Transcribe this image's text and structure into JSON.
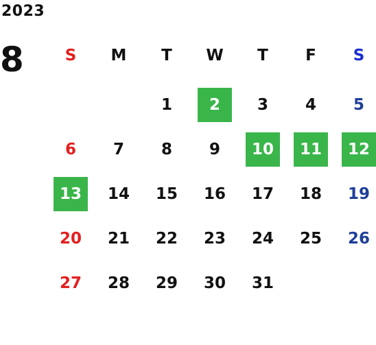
{
  "calendar": {
    "year": "2023",
    "month": "8",
    "weekdays": [
      "S",
      "M",
      "T",
      "W",
      "T",
      "F",
      "S"
    ],
    "highlighted_days": [
      "2",
      "10",
      "11",
      "12",
      "13"
    ],
    "colors": {
      "sunday": "#e41f1f",
      "saturday": "#1f3f99",
      "highlight": "#3ab54a",
      "text": "#111111"
    },
    "weeks": [
      [
        "",
        "",
        "1",
        "2",
        "3",
        "4",
        "5"
      ],
      [
        "6",
        "7",
        "8",
        "9",
        "10",
        "11",
        "12"
      ],
      [
        "13",
        "14",
        "15",
        "16",
        "17",
        "18",
        "19"
      ],
      [
        "20",
        "21",
        "22",
        "23",
        "24",
        "25",
        "26"
      ],
      [
        "27",
        "28",
        "29",
        "30",
        "31",
        "",
        ""
      ]
    ]
  }
}
